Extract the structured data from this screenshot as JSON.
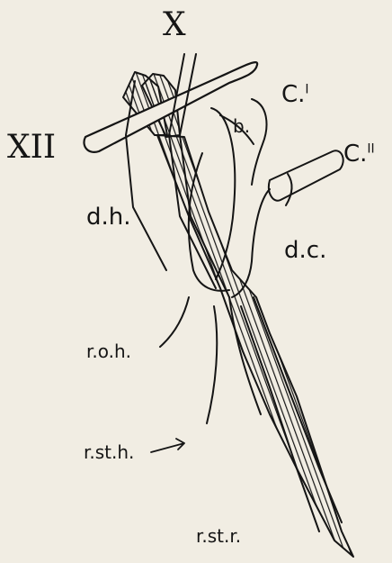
{
  "labels": {
    "nerve_x": "X",
    "nerve_xii": "XII",
    "c1_base": "C.",
    "c1_sup": "I",
    "c2_base": "C.",
    "c2_sup": "II",
    "b": "b.",
    "dh": "d.h.",
    "dc": "d.c.",
    "roh": "r.o.h.",
    "rsth": "r.st.h.",
    "rstr": "r.st.r."
  },
  "colors": {
    "ink": "#151515",
    "paper": "#f1ede3"
  }
}
